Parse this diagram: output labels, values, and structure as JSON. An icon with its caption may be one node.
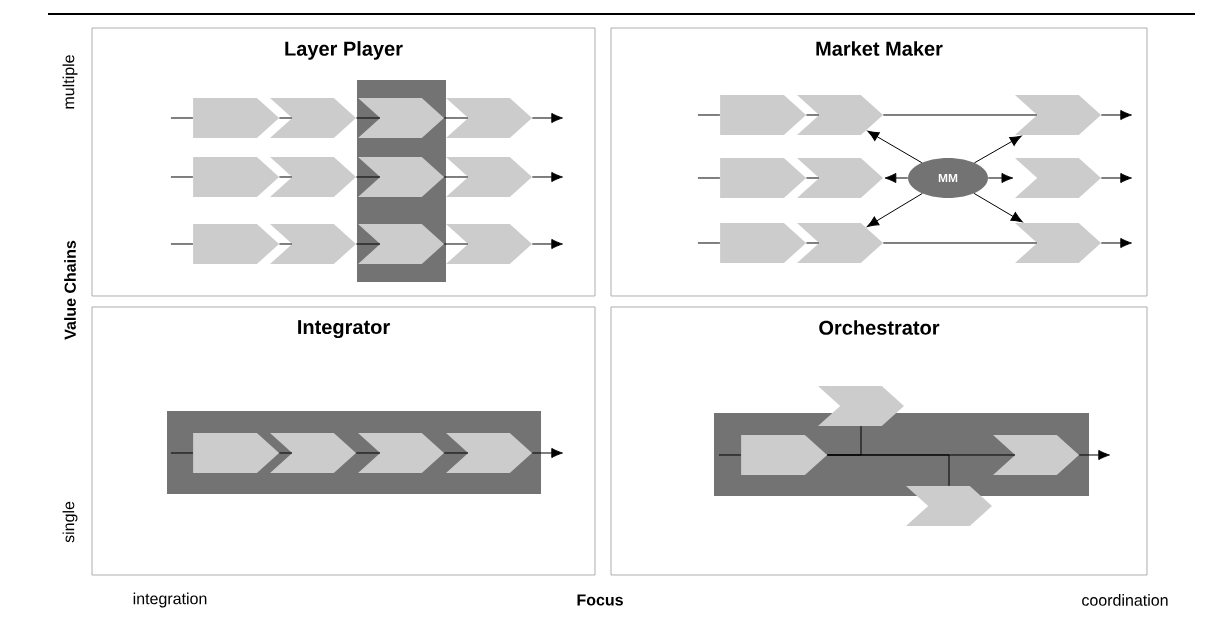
{
  "diagram": {
    "nodes": [
      {
        "text": [
          "Layer Player"
        ]
      },
      {
        "text": [],
        "shape": "bar",
        "in": 0
      },
      {
        "text": [],
        "shape": "pentagon",
        "in": 0
      },
      {
        "text": [],
        "shape": "chevron",
        "in": 0
      },
      {
        "text": [],
        "shape": "chevron",
        "in": 1
      },
      {
        "text": [],
        "shape": "chevron",
        "in": 0
      },
      {
        "text": [],
        "shape": "pentagon",
        "in": 0
      },
      {
        "text": [],
        "shape": "chevron",
        "in": 0
      },
      {
        "text": [],
        "shape": "chevron",
        "in": 1
      },
      {
        "text": [],
        "shape": "chevron",
        "in": 0
      },
      {
        "text": [],
        "shape": "pentagon",
        "in": 0
      },
      {
        "text": [],
        "shape": "chevron",
        "in": 0
      },
      {
        "text": [],
        "shape": "chevron",
        "in": 1
      },
      {
        "text": [],
        "shape": "chevron",
        "in": 0
      },
      {
        "text": [
          "Market Maker"
        ]
      },
      {
        "text": [],
        "shape": "pentagon",
        "in": 14
      },
      {
        "text": [],
        "shape": "chevron",
        "in": 14
      },
      {
        "text": [],
        "shape": "chevron",
        "in": 14
      },
      {
        "text": [],
        "shape": "pentagon",
        "in": 14
      },
      {
        "text": [],
        "shape": "chevron",
        "in": 14
      },
      {
        "text": [
          "MM"
        ],
        "in": 14
      },
      {
        "text": [],
        "shape": "chevron",
        "in": 14
      },
      {
        "text": [],
        "shape": "pentagon",
        "in": 14
      },
      {
        "text": [],
        "shape": "chevron",
        "in": 14
      },
      {
        "text": [],
        "shape": "chevron",
        "in": 14
      },
      {
        "text": [
          "Integrator"
        ]
      },
      {
        "text": [],
        "shape": "bar",
        "in": 25
      },
      {
        "text": [],
        "shape": "pentagon",
        "in": 26
      },
      {
        "text": [],
        "shape": "chevron",
        "in": 26
      },
      {
        "text": [],
        "shape": "chevron",
        "in": 26
      },
      {
        "text": [],
        "shape": "chevron",
        "in": 26
      },
      {
        "text": [
          "Orchestrator"
        ]
      },
      {
        "text": [],
        "shape": "chevron",
        "in": 31
      },
      {
        "text": [],
        "shape": "bar",
        "in": 31
      },
      {
        "text": [],
        "shape": "pentagon",
        "in": 33
      },
      {
        "text": [],
        "shape": "chevron",
        "in": 33
      },
      {
        "text": [],
        "shape": "chevron",
        "in": 31
      }
    ],
    "edges": [
      {
        "from": null,
        "to": 2,
        "arrow": "none"
      },
      {
        "from": 2,
        "to": 3,
        "arrow": "none"
      },
      {
        "from": 3,
        "to": 4,
        "arrow": "none"
      },
      {
        "from": 4,
        "to": 5,
        "arrow": "none"
      },
      {
        "from": 5,
        "to": null,
        "arrow": "to"
      },
      {
        "from": null,
        "to": 6,
        "arrow": "none"
      },
      {
        "from": 6,
        "to": 7,
        "arrow": "none"
      },
      {
        "from": 7,
        "to": 8,
        "arrow": "none"
      },
      {
        "from": 8,
        "to": 9,
        "arrow": "none"
      },
      {
        "from": 9,
        "to": null,
        "arrow": "to"
      },
      {
        "from": null,
        "to": 10,
        "arrow": "none"
      },
      {
        "from": 10,
        "to": 11,
        "arrow": "none"
      },
      {
        "from": 11,
        "to": 12,
        "arrow": "none"
      },
      {
        "from": 12,
        "to": 13,
        "arrow": "none"
      },
      {
        "from": 13,
        "to": null,
        "arrow": "to"
      },
      {
        "from": null,
        "to": 15,
        "arrow": "none"
      },
      {
        "from": 15,
        "to": 16,
        "arrow": "none"
      },
      {
        "from": 16,
        "to": 17,
        "arrow": "none"
      },
      {
        "from": 17,
        "to": null,
        "arrow": "to"
      },
      {
        "from": null,
        "to": 18,
        "arrow": "none"
      },
      {
        "from": 18,
        "to": 19,
        "arrow": "none"
      },
      {
        "from": 21,
        "to": null,
        "arrow": "to"
      },
      {
        "from": null,
        "to": 22,
        "arrow": "none"
      },
      {
        "from": 22,
        "to": 23,
        "arrow": "none"
      },
      {
        "from": 23,
        "to": 24,
        "arrow": "none"
      },
      {
        "from": 24,
        "to": null,
        "arrow": "to"
      },
      {
        "from": 20,
        "to": 16,
        "arrow": "to"
      },
      {
        "from": 20,
        "to": 17,
        "arrow": "to"
      },
      {
        "from": 20,
        "to": 19,
        "arrow": "to"
      },
      {
        "from": 20,
        "to": 21,
        "arrow": "to"
      },
      {
        "from": 20,
        "to": 23,
        "arrow": "to"
      },
      {
        "from": 20,
        "to": 24,
        "arrow": "to"
      },
      {
        "from": null,
        "to": 27,
        "arrow": "none"
      },
      {
        "from": 27,
        "to": 28,
        "arrow": "none"
      },
      {
        "from": 28,
        "to": 29,
        "arrow": "none"
      },
      {
        "from": 29,
        "to": 30,
        "arrow": "none"
      },
      {
        "from": 30,
        "to": null,
        "arrow": "to"
      },
      {
        "from": null,
        "to": 34,
        "arrow": "none"
      },
      {
        "from": 34,
        "to": 35,
        "arrow": "none"
      },
      {
        "from": 34,
        "to": 32,
        "arrow": "none"
      },
      {
        "from": 34,
        "to": 36,
        "arrow": "none"
      },
      {
        "from": 35,
        "to": null,
        "arrow": "to"
      }
    ],
    "labels": [
      "multiple",
      "single",
      "Value Chains",
      "integration",
      "Focus",
      "coordination"
    ]
  }
}
